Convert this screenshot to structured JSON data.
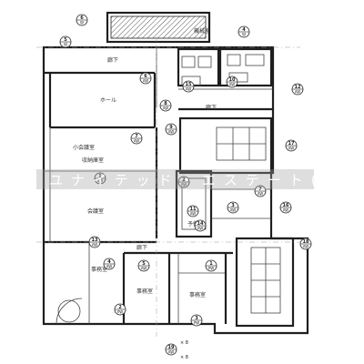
{
  "drawing": {
    "rooms": [
      {
        "id": "room-upper-right",
        "label": "機械室"
      },
      {
        "id": "room-top-left",
        "label": "廊下"
      },
      {
        "id": "room-large",
        "label": "ホール"
      },
      {
        "id": "room-mid-left",
        "label": "小会議室"
      },
      {
        "id": "room-storage",
        "label": "収納庫室"
      },
      {
        "id": "room-meeting",
        "label": "会議室"
      },
      {
        "id": "room-corridor-right",
        "label": "廊下"
      },
      {
        "id": "room-lower-corridor",
        "label": "廊下"
      },
      {
        "id": "room-office-a",
        "label": "事務室"
      },
      {
        "id": "room-office-b",
        "label": "事務室"
      },
      {
        "id": "room-office-c",
        "label": "事務室"
      },
      {
        "id": "room-small",
        "label": "予備室"
      }
    ],
    "tags": [
      {
        "id": "t1",
        "top": "6",
        "bottom": "W"
      },
      {
        "id": "t2",
        "top": "4",
        "bottom": "W"
      },
      {
        "id": "t3",
        "top": "5",
        "bottom": "W"
      },
      {
        "id": "t4",
        "top": "6",
        "bottom": "AW"
      },
      {
        "id": "t5",
        "top": "15",
        "bottom": "AW"
      },
      {
        "id": "t6",
        "top": "10",
        "bottom": "AW"
      },
      {
        "id": "t7",
        "top": "12",
        "bottom": "AW"
      },
      {
        "id": "t8",
        "top": "8",
        "bottom": "AW"
      },
      {
        "id": "t9",
        "top": "9",
        "bottom": "AW"
      },
      {
        "id": "t10",
        "top": "7",
        "bottom": "AW"
      },
      {
        "id": "t11",
        "top": "17",
        "bottom": "AW"
      },
      {
        "id": "t12",
        "top": "16",
        "bottom": "AW"
      },
      {
        "id": "t13",
        "top": "1",
        "bottom": "AW"
      },
      {
        "id": "t14",
        "top": "2",
        "bottom": "AW"
      },
      {
        "id": "t15",
        "top": "11",
        "bottom": "AW"
      },
      {
        "id": "t16",
        "top": "3",
        "bottom": "AW"
      },
      {
        "id": "t17",
        "top": "13",
        "bottom": "AW"
      },
      {
        "id": "t18",
        "top": "14",
        "bottom": "AW"
      },
      {
        "id": "t19",
        "top": "18",
        "bottom": "AW"
      },
      {
        "id": "t20",
        "top": "4",
        "bottom": "AW"
      },
      {
        "id": "t21",
        "top": "5",
        "bottom": "AW"
      },
      {
        "id": "t22",
        "top": "1",
        "bottom": "PW"
      },
      {
        "id": "t23",
        "top": "2",
        "bottom": "PW"
      },
      {
        "id": "t24",
        "top": "3",
        "bottom": "PW"
      },
      {
        "id": "t25",
        "top": "7",
        "bottom": "AW"
      },
      {
        "id": "t26",
        "top": "19",
        "bottom": "AW"
      }
    ],
    "notes": [
      {
        "id": "n1",
        "text": "× 8"
      },
      {
        "id": "n2",
        "text": "× 8"
      }
    ],
    "watermark": "ユナイテッド・エステート(株)"
  }
}
